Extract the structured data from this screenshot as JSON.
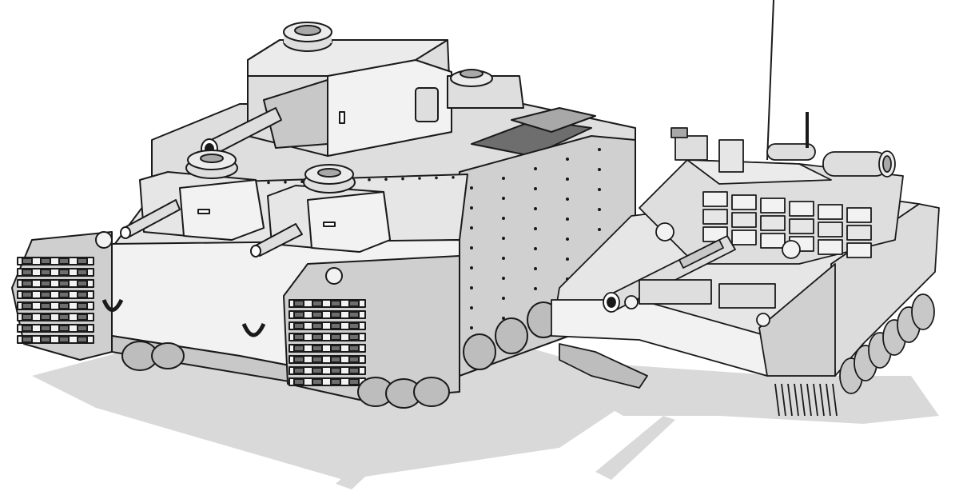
{
  "scene": {
    "background": "#ffffff",
    "ink": "#1a1a1a",
    "shadow": "#d9d9d9",
    "light": "#f2f2f2",
    "mid": "#dedede",
    "dark": "#a8a8a8",
    "darker": "#6e6e6e"
  },
  "tanks": [
    {
      "id": "super-heavy-multi-turret-tank",
      "turret_count": 3,
      "track_guard_teeth": 8
    },
    {
      "id": "modern-main-battle-tank",
      "turret_count": 1,
      "road_wheels": 6
    }
  ]
}
